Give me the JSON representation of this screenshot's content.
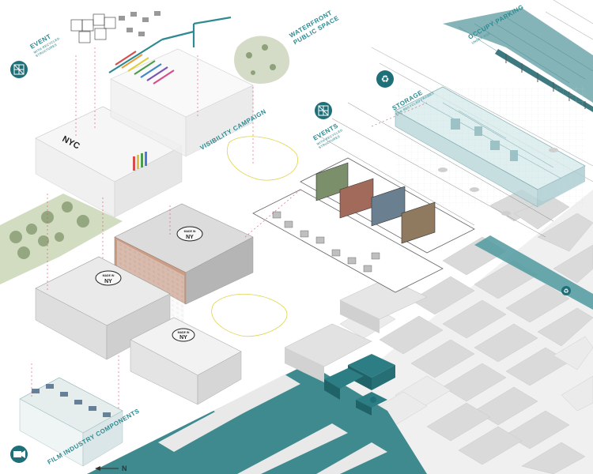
{
  "labels": {
    "event": "EVENT",
    "event_sub": [
      "WITH RECYCLED",
      "STRUCTURES"
    ],
    "waterfront": [
      "WATERFRONT",
      "PUBLIC SPACE"
    ],
    "visibility": "VISIBILITY CAMPAIGN",
    "occupy": "OCCUPY PARKING",
    "occupy_sub": "UNDER BQE",
    "storage": "STORAGE",
    "storage_sub": "FOR RECYCLED FRAMES",
    "events": "EVENTS",
    "events_sub": [
      "WITH RECYCLED",
      "STRUCTURES"
    ],
    "film": "FILM INDUSTRY COMPONENTS",
    "north": "N"
  },
  "signage": {
    "nyc": "NYC",
    "made_in": "MADE IN",
    "ny": "NY"
  },
  "icons": [
    "scaffold-icon",
    "recycle-icon",
    "scaffold-icon",
    "camera-icon",
    "recycle-icon",
    "north-arrow-icon"
  ],
  "colors": {
    "accent": "#1f6f78",
    "label": "#2e8a91",
    "water": "#3f8a8e",
    "building": "#e8e8e8"
  }
}
